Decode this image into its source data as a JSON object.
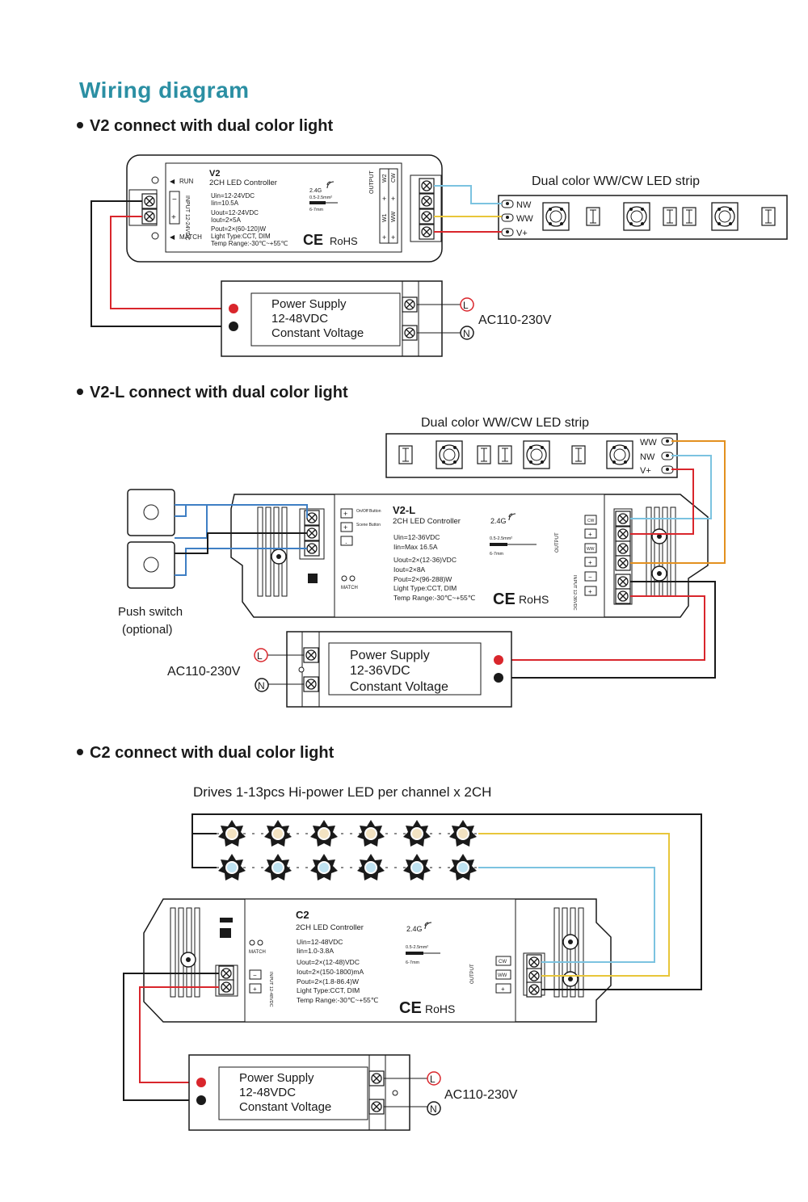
{
  "page_title": "Wiring diagram",
  "sections": {
    "v2": {
      "title": "V2 connect with dual color light",
      "controller": {
        "model": "V2",
        "name": "2CH LED Controller",
        "uin": "Uin=12-24VDC",
        "iin": "Iin=10.5A",
        "uout": "Uout=12-24VDC",
        "iout": "Iout=2×5A",
        "pout": "Pout=2×(60-120)W",
        "light_type": "Light Type:CCT, DIM",
        "temp": "Temp Range:-30℃~+55℃",
        "freq": "2.4G",
        "wire_spec": "0.5-2.5mm²",
        "strip_len": "6-7mm",
        "run": "RUN",
        "match": "MATCH",
        "input": "INPUT 12-24VDC",
        "output": "OUTPUT",
        "ch_w2": "W2",
        "ch_cw": "CW",
        "ch_w1": "W1",
        "ch_ww": "WW",
        "ce": "CE",
        "rohs": "RoHS"
      },
      "strip": {
        "label": "Dual color WW/CW LED strip",
        "pins": [
          "NW",
          "WW",
          "V+"
        ]
      },
      "psu": {
        "line1": "Power Supply",
        "line2": "12-48VDC",
        "line3": "Constant Voltage"
      },
      "ac": {
        "label": "AC110-230V",
        "l": "L",
        "n": "N"
      }
    },
    "v2l": {
      "title": "V2-L connect with dual color light",
      "controller": {
        "model": "V2-L",
        "name": "2CH LED Controller",
        "freq": "2.4G",
        "uin": "Uin=12-36VDC",
        "iin": "Iin=Max 16.5A",
        "uout": "Uout=2×(12-36)VDC",
        "iout": "Iout=2×8A",
        "pout": "Pout=2×(96-288)W",
        "light_type": "Light Type:CCT, DIM",
        "temp": "Temp Range:-30℃~+55℃",
        "wire_spec": "0.5-2.5mm²",
        "strip_len": "6-7mm",
        "onoff": "On/Off Button",
        "scene": "Scene Button",
        "match": "MATCH",
        "output": "OUTPUT",
        "input": "INPUT 12-36VDC",
        "ch_cw": "CW",
        "ch_ww": "WW",
        "ce": "CE",
        "rohs": "RoHS"
      },
      "strip": {
        "label": "Dual color WW/CW LED strip",
        "pins": [
          "WW",
          "NW",
          "V+"
        ]
      },
      "push_switch": {
        "line1": "Push switch",
        "line2": "(optional)"
      },
      "psu": {
        "line1": "Power Supply",
        "line2": "12-36VDC",
        "line3": "Constant Voltage"
      },
      "ac": {
        "label": "AC110-230V",
        "l": "L",
        "n": "N"
      }
    },
    "c2": {
      "title": "C2 connect with dual color light",
      "leds_label": "Drives 1-13pcs Hi-power LED per channel x 2CH",
      "controller": {
        "model": "C2",
        "name": "2CH LED Controller",
        "freq": "2.4G",
        "uin": "Uin=12-48VDC",
        "iin": "Iin=1.0-3.8A",
        "uout": "Uout=2×(12-48)VDC",
        "iout": "Iout=2×(150-1800)mA",
        "pout": "Pout=2×(1.8-86.4)W",
        "light_type": "Light Type:CCT, DIM",
        "temp": "Temp Range:-30℃~+55℃",
        "wire_spec": "0.5-2.5mm²",
        "strip_len": "6-7mm",
        "match": "MATCH",
        "input": "INPUT 12-48VDC",
        "output": "OUTPUT",
        "ch_cw": "CW",
        "ch_ww": "WW",
        "ce": "CE",
        "rohs": "RoHS"
      },
      "psu": {
        "line1": "Power Supply",
        "line2": "12-48VDC",
        "line3": "Constant Voltage"
      },
      "ac": {
        "label": "AC110-230V",
        "l": "L",
        "n": "N"
      }
    }
  },
  "colors": {
    "title": "#2b8fa3",
    "red_wire": "#d9262c",
    "black_wire": "#1a1a1a",
    "blue_wire": "#7cc3e0",
    "yellow_wire": "#e8c63a",
    "orange_wire": "#e3901f",
    "switch_wire": "#3f7fc4"
  }
}
